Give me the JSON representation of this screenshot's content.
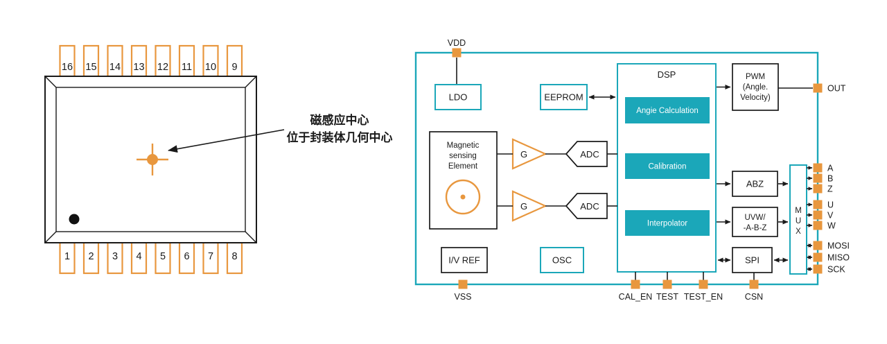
{
  "colors": {
    "teal": "#1BA7B9",
    "orange": "#E8973E"
  },
  "package": {
    "top_pin_numbers": [
      "16",
      "15",
      "14",
      "13",
      "12",
      "11",
      "10",
      "9"
    ],
    "bottom_pin_numbers": [
      "1",
      "2",
      "3",
      "4",
      "5",
      "6",
      "7",
      "8"
    ],
    "annotation": {
      "line1": "磁感应中心",
      "line2": "位于封装体几何中心"
    }
  },
  "diagram": {
    "pins": {
      "vdd": "VDD",
      "vss": "VSS",
      "out": "OUT",
      "a": "A",
      "b": "B",
      "z": "Z",
      "u": "U",
      "v": "V",
      "w": "W",
      "mosi": "MOSI",
      "miso": "MISO",
      "sck": "SCK",
      "cal_en": "CAL_EN",
      "test": "TEST",
      "test_en": "TEST_EN",
      "csn": "CSN"
    },
    "blocks": {
      "ldo": "LDO",
      "eeprom": "EEPROM",
      "dsp": "DSP",
      "angle_calculation": "Angie Calculation",
      "calibration": "Calibration",
      "interpolator": "Interpolator",
      "pwm_line1": "PWM",
      "pwm_line2": "(Angle.",
      "pwm_line3": "Velocity)",
      "magnetic_line1": "Magnetic",
      "magnetic_line2": "sensing",
      "magnetic_line3": "Element",
      "gain": "G",
      "adc": "ADC",
      "iv_ref": "I/V REF",
      "osc": "OSC",
      "abz": "ABZ",
      "uvw_line1": "UVW/",
      "uvw_line2": "-A-B-Z",
      "spi": "SPI",
      "mux_m": "M",
      "mux_u": "U",
      "mux_x": "X"
    }
  }
}
